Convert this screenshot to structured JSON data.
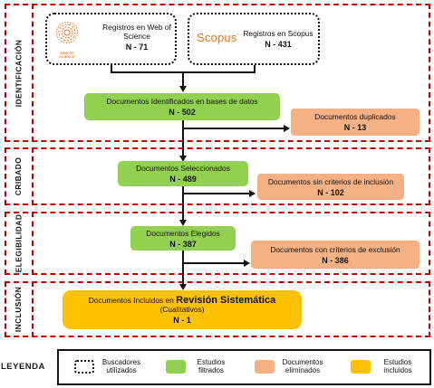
{
  "phases": {
    "identificacion": "IDENTIFICACIÓN",
    "cribado": "CRIBADO",
    "elegibilidad": "ELEGIBILIDAD",
    "inclusion": "INCLUSIÓN"
  },
  "sources": {
    "wos": {
      "logo_text": "WEB OF SCIENCE",
      "line1": "Registros en Web of",
      "line2": "Science",
      "count": "N - 71"
    },
    "scopus": {
      "logo_text": "Scopus",
      "line1": "Registros en Scopus",
      "count": "N - 431"
    }
  },
  "identified": {
    "label": "Documentos Identificados en bases de datos",
    "count": "N - 502"
  },
  "duplicates": {
    "label": "Documentos duplicados",
    "count": "N - 13"
  },
  "selected": {
    "label": "Documentos Seleccionados",
    "count": "N - 489"
  },
  "no_criteria": {
    "label": "Documentos sin criterios de inclusión",
    "count": "N - 102"
  },
  "chosen": {
    "label": "Documentos Elegidos",
    "count": "N - 387"
  },
  "exclusion": {
    "label": "Documentos con criterios de exclusión",
    "count": "N - 386"
  },
  "included": {
    "label_prefix": "Documentos Incluidos en",
    "label_emphasis": "Revisión Sistemática",
    "label_sub": "(Cualitativos)",
    "count": "N - 1"
  },
  "legend": {
    "title": "LEYENDA",
    "items": [
      {
        "line1": "Buscadores",
        "line2": "utilizados"
      },
      {
        "line1": "Estudios",
        "line2": "filtrados"
      },
      {
        "line1": "Documentos",
        "line2": "eliminados"
      },
      {
        "line1": "Estudios",
        "line2": "incluidos"
      }
    ]
  },
  "colors": {
    "phase_border": "#c00000",
    "filtered": "#92d050",
    "removed": "#f4b183",
    "included": "#ffc000",
    "wos_orange": "#e8762d",
    "scopus_orange": "#e9711c"
  }
}
